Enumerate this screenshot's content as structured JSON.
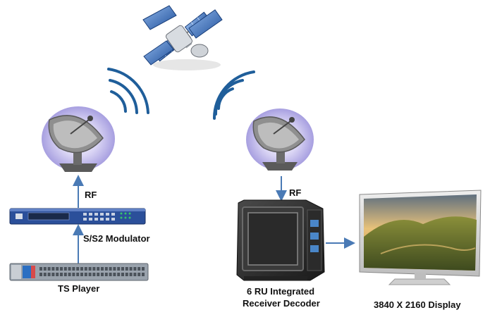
{
  "diagram": {
    "title": "Satellite broadcast chain",
    "labels": {
      "rf_uplink": "RF",
      "modulator": "S/S2 Modulator",
      "ts_player": "TS Player",
      "rf_downlink": "RF",
      "ird_line1": "6 RU Integrated",
      "ird_line2": "Receiver Decoder",
      "display": "3840 X 2160 Display"
    },
    "icons": {
      "satellite": "satellite-icon",
      "uplink_dish": "satellite-dish-icon",
      "downlink_dish": "satellite-dish-icon",
      "modulator": "modulator-device-icon",
      "ts_player": "ts-player-device-icon",
      "decoder": "ird-decoder-icon",
      "display": "tv-display-icon"
    },
    "colors": {
      "wave_blue": "#1f5e9a",
      "arrow_blue": "#4a7ab5",
      "dish_halo": "#b7b0e6",
      "modulator_blue": "#2b4f9a",
      "rack_gray": "#9aa3ad"
    }
  }
}
